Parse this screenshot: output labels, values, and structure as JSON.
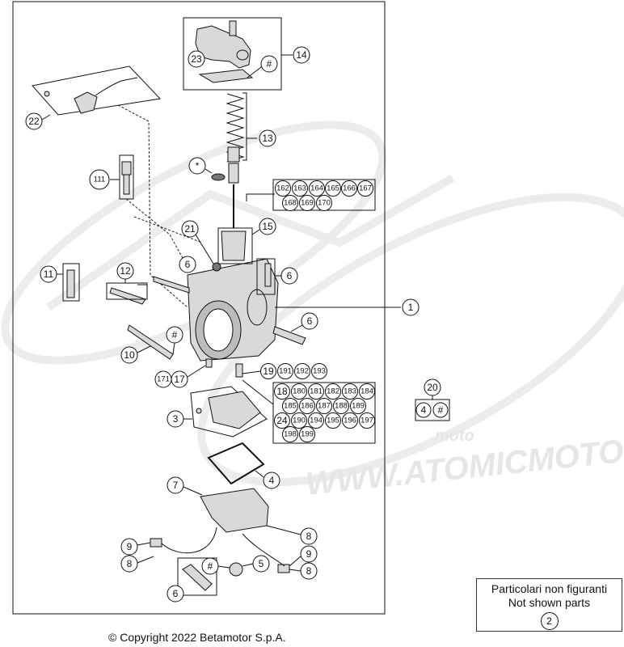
{
  "callouts": {
    "c1": "1",
    "c2": "2",
    "c3": "3",
    "c4a": "4",
    "c4b": "4",
    "c5": "5",
    "c6a": "6",
    "c6b": "6",
    "c6c": "6",
    "c6d": "6",
    "c7": "7",
    "c8a": "8",
    "c8b": "8",
    "c8c": "8",
    "c9a": "9",
    "c9b": "9",
    "c10": "10",
    "c11": "11",
    "c12": "12",
    "c13": "13",
    "c14": "14",
    "c15": "15",
    "c17": "17",
    "c18": "18",
    "c19": "19",
    "c20": "20",
    "c21": "21",
    "c22": "22",
    "c23": "23",
    "c24": "24",
    "c111": "111",
    "c171": "171",
    "hash_a": "#",
    "hash_b": "#",
    "hash_c": "#",
    "hash_d": "#",
    "star": "*"
  },
  "group_jets_top": [
    "162",
    "163",
    "164",
    "165",
    "166",
    "167",
    "168",
    "169",
    "170"
  ],
  "group_19": [
    "191",
    "192",
    "193"
  ],
  "group_18": [
    "180",
    "181",
    "182",
    "183",
    "184"
  ],
  "group_18b": [
    "185",
    "186",
    "187",
    "188",
    "189"
  ],
  "group_24": [
    "190",
    "194",
    "195",
    "196",
    "197"
  ],
  "group_24b": [
    "198",
    "199"
  ],
  "legend": {
    "line1": "Particolari non figuranti",
    "line2": "Not shown parts",
    "number": "2"
  },
  "watermark": {
    "text1": "WWW.ATOMICMOTO.IT",
    "text2": "moto"
  },
  "copyright": "© Copyright 2022 Betamotor S.p.A."
}
